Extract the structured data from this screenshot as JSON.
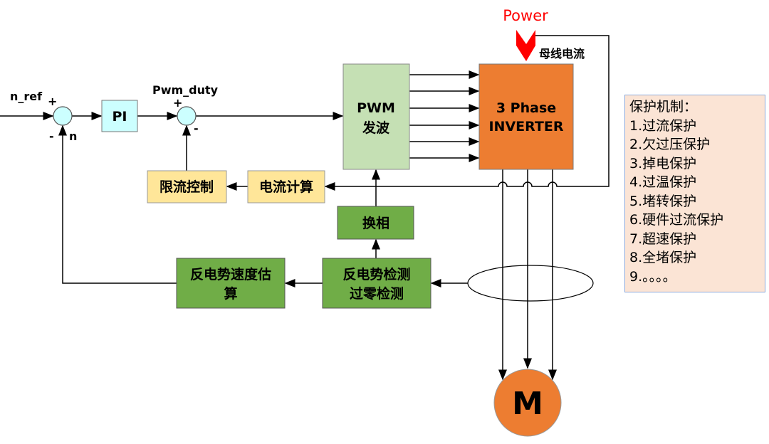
{
  "labels": {
    "n_ref": "n_ref",
    "plus1": "+",
    "minus1": "-",
    "n": "n",
    "pwm_duty": "Pwm_duty",
    "plus2": "+",
    "minus2": "-",
    "power": "Power",
    "bus_current": "母线电流"
  },
  "blocks": {
    "pi": "PI",
    "pwm_line1": "PWM",
    "pwm_line2": "发波",
    "inverter_line1": "3 Phase",
    "inverter_line2": "INVERTER",
    "current_limit": "限流控制",
    "current_calc": "电流计算",
    "commutation": "换相",
    "bemf_detect_line1": "反电势检测",
    "bemf_detect_line2": "过零检测",
    "bemf_speed_line1": "反电势速度估",
    "bemf_speed_line2": "算",
    "motor": "M"
  },
  "protection": {
    "title": "保护机制：",
    "items": [
      "1.过流保护",
      "2.欠过压保护",
      "3.掉电保护",
      "4.过温保护",
      "5.堵转保护",
      "6.硬件过流保护",
      "7.超速保护",
      "8.全堵保护",
      "9.。。。。"
    ]
  },
  "colors": {
    "pi": "#ccffff",
    "pwm": "#c5e0b4",
    "inverter": "#ed7d31",
    "yellow": "#ffe699",
    "green": "#70ad47",
    "power": "#ff0000",
    "protection": "#fbe4d5"
  }
}
